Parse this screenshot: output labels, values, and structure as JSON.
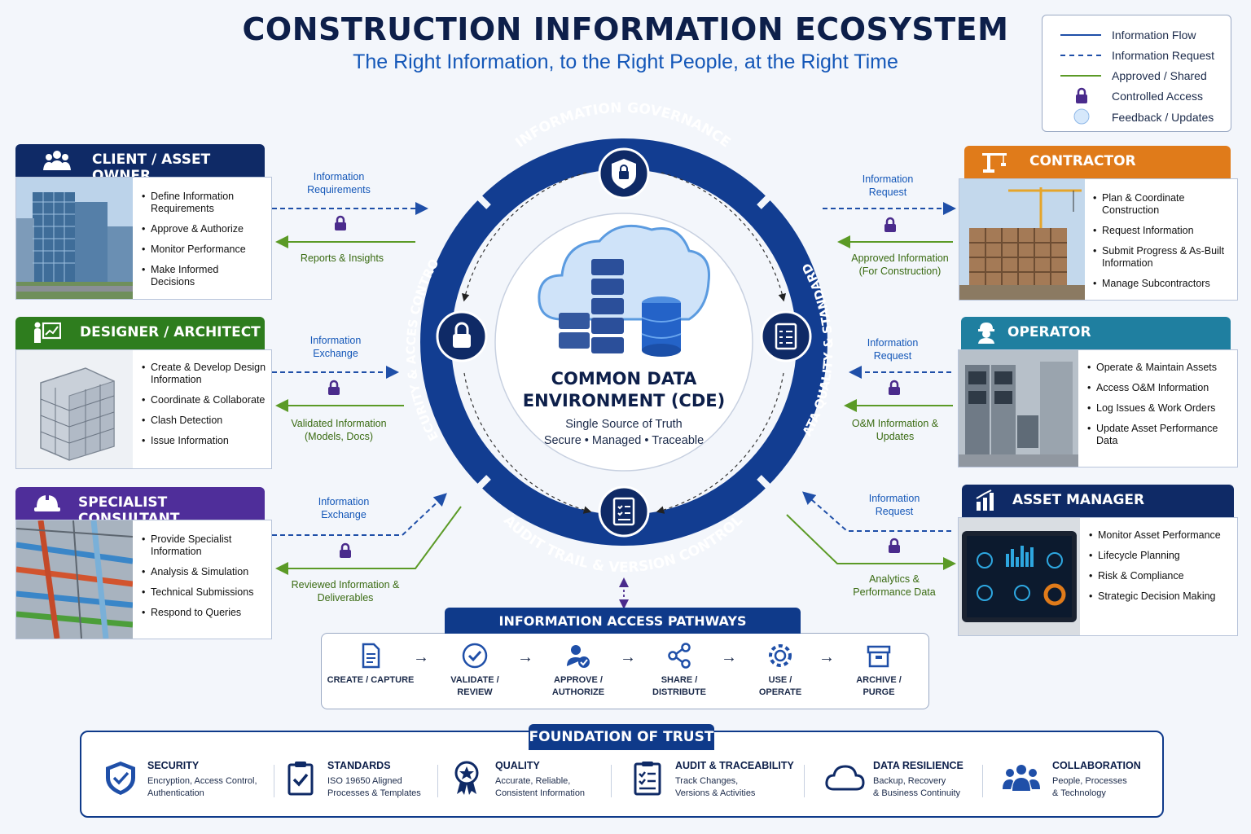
{
  "header": {
    "title": "CONSTRUCTION INFORMATION ECOSYSTEM",
    "subtitle": "The Right Information, to the Right People, at the Right Time"
  },
  "legend": [
    {
      "label": "Information Flow",
      "icon": "solid-blue-line"
    },
    {
      "label": "Information Request",
      "icon": "dashed-blue-line"
    },
    {
      "label": "Approved / Shared",
      "icon": "solid-green-line"
    },
    {
      "label": "Controlled Access",
      "icon": "lock-icon"
    },
    {
      "label": "Feedback / Updates",
      "icon": "circle-icon"
    }
  ],
  "ring": {
    "top": "INFORMATION GOVERNANCE",
    "left": "SECURITY & ACCES CONTROL",
    "right": "DATA QUALITY & STANDARDS",
    "bottom": "AUDIT TRAIL & VERSION CONTROL"
  },
  "cde": {
    "title_line1": "COMMON DATA",
    "title_line2": "ENVIRONMENT (CDE)",
    "sub1": "Single Source of Truth",
    "sub2": "Secure • Managed • Traceable"
  },
  "panels": {
    "client": {
      "title": "CLIENT / ASSET OWNER",
      "color": "#0f2a66",
      "items": [
        "Define Information Requirements",
        "Approve & Authorize",
        "Monitor Performance",
        "Make Informed Decisions"
      ]
    },
    "designer": {
      "title": "DESIGNER / ARCHITECT",
      "color": "#2e7d1e",
      "items": [
        "Create & Develop Design Information",
        "Coordinate & Collaborate",
        "Clash Detection",
        "Issue Information"
      ]
    },
    "specialist": {
      "title": "SPECIALIST CONSULTANT",
      "color": "#4f2e9a",
      "items": [
        "Provide Specialist Information",
        "Analysis & Simulation",
        "Technical Submissions",
        "Respond to Queries"
      ]
    },
    "contractor": {
      "title": "CONTRACTOR",
      "color": "#e07b1a",
      "items": [
        "Plan & Coordinate Construction",
        "Request Information",
        "Submit Progress & As-Built Information",
        "Manage Subcontractors"
      ]
    },
    "operator": {
      "title": "OPERATOR",
      "color": "#1f7fa0",
      "items": [
        "Operate & Maintain Assets",
        "Access O&M Information",
        "Log Issues & Work Orders",
        "Update Asset Performance Data"
      ]
    },
    "asset_manager": {
      "title": "ASSET MANAGER",
      "color": "#0f2a66",
      "items": [
        "Monitor Asset Performance",
        "Lifecycle Planning",
        "Risk & Compliance",
        "Strategic Decision Making"
      ]
    }
  },
  "flows": {
    "client_out": "Information Requirements",
    "client_in": "Reports & Insights",
    "designer_out": "Information Exchange",
    "designer_in": "Validated Information (Models, Docs)",
    "specialist_out": "Information Exchange",
    "specialist_in": "Reviewed Information & Deliverables",
    "contractor_req": "Information Request",
    "contractor_in": "Approved Information (For Construction)",
    "operator_req": "Information Request",
    "operator_in": "O&M Information & Updates",
    "asset_req": "Information Request",
    "asset_in": "Analytics & Performance Data"
  },
  "pathways": {
    "title": "INFORMATION ACCESS PATHWAYS",
    "steps": [
      {
        "l1": "CREATE / CAPTURE",
        "l2": "",
        "icon": "document-icon"
      },
      {
        "l1": "VALIDATE /",
        "l2": "REVIEW",
        "icon": "check-circle-icon"
      },
      {
        "l1": "APPROVE /",
        "l2": "AUTHORIZE",
        "icon": "user-check-icon"
      },
      {
        "l1": "SHARE /",
        "l2": "DISTRIBUTE",
        "icon": "share-icon"
      },
      {
        "l1": "USE /",
        "l2": "OPERATE",
        "icon": "gear-icon"
      },
      {
        "l1": "ARCHIVE /",
        "l2": "PURGE",
        "icon": "archive-box-icon"
      }
    ]
  },
  "foundation": {
    "title": "FOUNDATION OF TRUST",
    "items": [
      {
        "head": "SECURITY",
        "d1": "Encryption, Access Control,",
        "d2": "Authentication",
        "icon": "shield-check-icon"
      },
      {
        "head": "STANDARDS",
        "d1": "ISO 19650 Aligned",
        "d2": "Processes & Templates",
        "icon": "clipboard-check-icon"
      },
      {
        "head": "QUALITY",
        "d1": "Accurate, Reliable,",
        "d2": "Consistent Information",
        "icon": "award-badge-icon"
      },
      {
        "head": "AUDIT & TRACEABILITY",
        "d1": "Track Changes,",
        "d2": "Versions & Activities",
        "icon": "checklist-icon"
      },
      {
        "head": "DATA RESILIENCE",
        "d1": "Backup, Recovery",
        "d2": "& Business Continuity",
        "icon": "cloud-icon"
      },
      {
        "head": "COLLABORATION",
        "d1": "People, Processes",
        "d2": "& Technology",
        "icon": "people-icon"
      }
    ]
  }
}
